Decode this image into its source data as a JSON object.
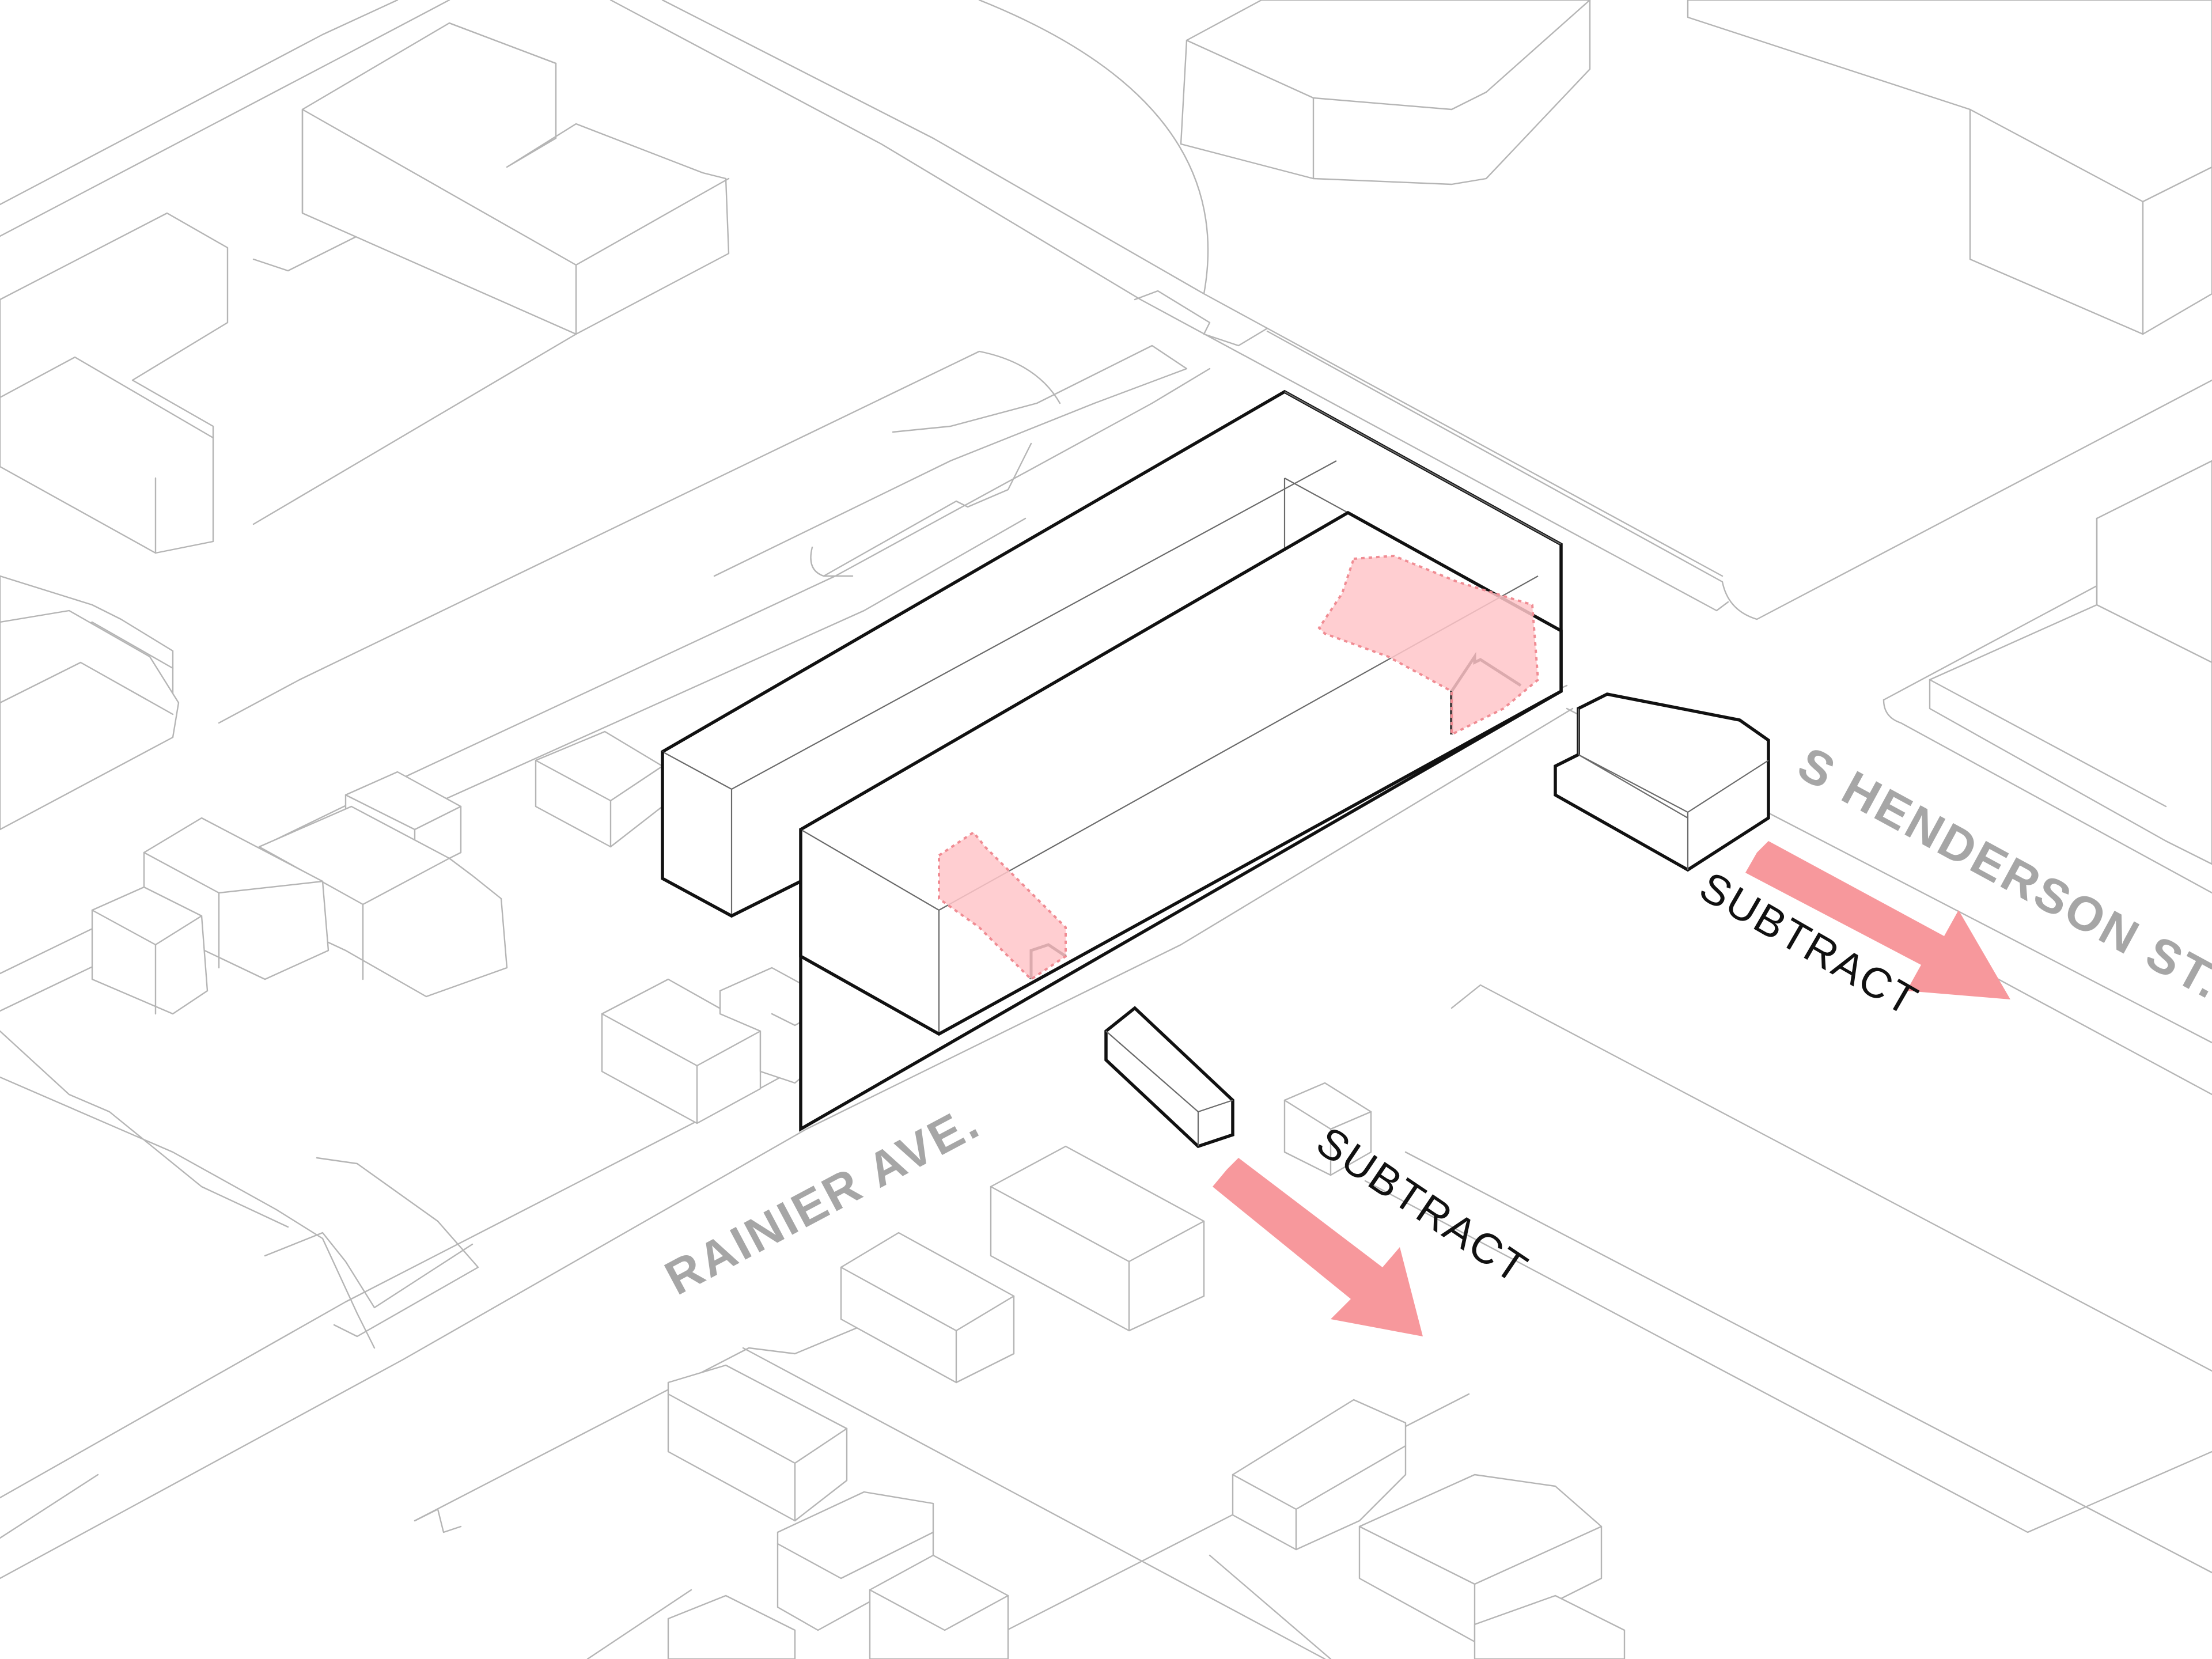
{
  "labels": {
    "street_henderson": "S HENDERSON ST.",
    "street_rainier": "RAINIER AVE.",
    "subtract_1": "SUBTRACT",
    "subtract_2": "SUBTRACT"
  },
  "colors": {
    "background": "#ffffff",
    "context_line": "#b5b5b5",
    "hero_line": "#111111",
    "highlight_fill": "#ffc6c9",
    "highlight_edge": "#f08c93",
    "arrow": "#f7989c",
    "street_label": "#a6a6a6",
    "subtract_label": "#111111"
  }
}
